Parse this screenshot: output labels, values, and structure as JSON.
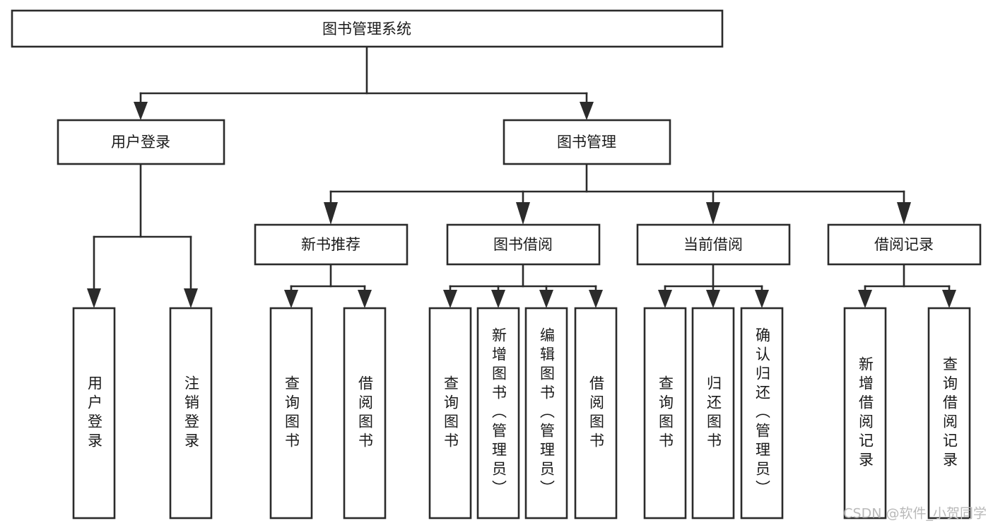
{
  "diagram": {
    "title": "图书管理系统",
    "type": "tree-hierarchy-chart",
    "watermark": "CSDN @软件_小贺同学",
    "colors": {
      "box_stroke": "#2b2b2b",
      "box_fill": "#ffffff",
      "text": "#1a1a1a",
      "background": "#ffffff",
      "watermark": "#b9b9b9"
    },
    "levels": {
      "root": [
        "图书管理系统"
      ],
      "level2": [
        "用户登录",
        "图书管理"
      ],
      "level3": [
        "新书推荐",
        "图书借阅",
        "当前借阅",
        "借阅记录"
      ],
      "leaves": [
        "用户登录",
        "注销登录",
        "查询图书",
        "借阅图书",
        "查询图书",
        "新增图书（管理员）",
        "编辑图书（管理员）",
        "借阅图书",
        "查询图书",
        "归还图书",
        "确认归还（管理员）",
        "新增借阅记录",
        "查询借阅记录"
      ]
    },
    "nodes": {
      "root": {
        "label": "图书管理系统"
      },
      "user_login": {
        "label": "用户登录"
      },
      "book_manage": {
        "label": "图书管理"
      },
      "new_book_rec": {
        "label": "新书推荐"
      },
      "book_borrow": {
        "label": "图书借阅"
      },
      "current_borrow": {
        "label": "当前借阅"
      },
      "borrow_record": {
        "label": "借阅记录"
      },
      "leaf_user_login": {
        "label": "用户登录"
      },
      "leaf_logout": {
        "label": "注销登录"
      },
      "leaf_query_book_a": {
        "label": "查询图书"
      },
      "leaf_borrow_book_a": {
        "label": "借阅图书"
      },
      "leaf_query_book_b": {
        "label": "查询图书"
      },
      "leaf_add_book": {
        "label": "新增图书（管理员）"
      },
      "leaf_edit_book": {
        "label": "编辑图书（管理员）"
      },
      "leaf_borrow_book_b": {
        "label": "借阅图书"
      },
      "leaf_query_book_c": {
        "label": "查询图书"
      },
      "leaf_return_book": {
        "label": "归还图书"
      },
      "leaf_confirm_return": {
        "label": "确认归还（管理员）"
      },
      "leaf_add_record": {
        "label": "新增借阅记录"
      },
      "leaf_query_record": {
        "label": "查询借阅记录"
      }
    }
  }
}
